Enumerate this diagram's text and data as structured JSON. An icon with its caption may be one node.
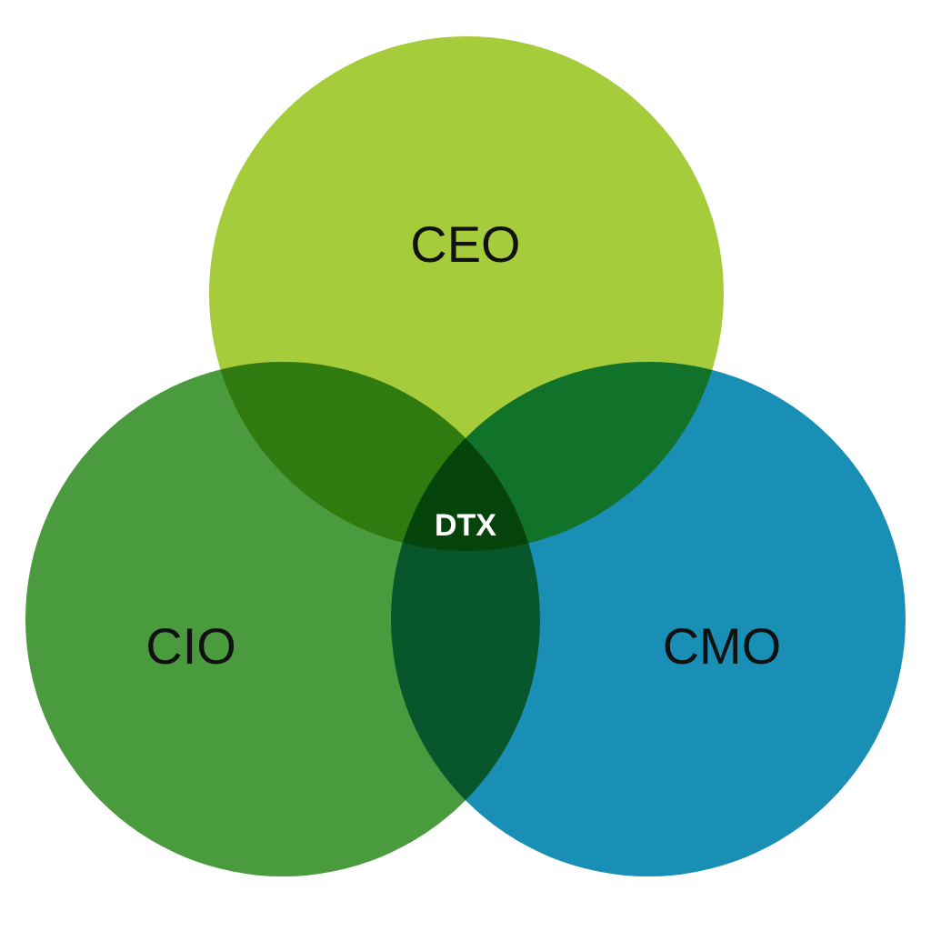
{
  "diagram": {
    "nodes": [
      {
        "text": [
          "CEO"
        ]
      },
      {
        "text": [
          "CIO"
        ]
      },
      {
        "text": [
          "CMO"
        ]
      }
    ],
    "labels": [
      "DTX"
    ]
  }
}
